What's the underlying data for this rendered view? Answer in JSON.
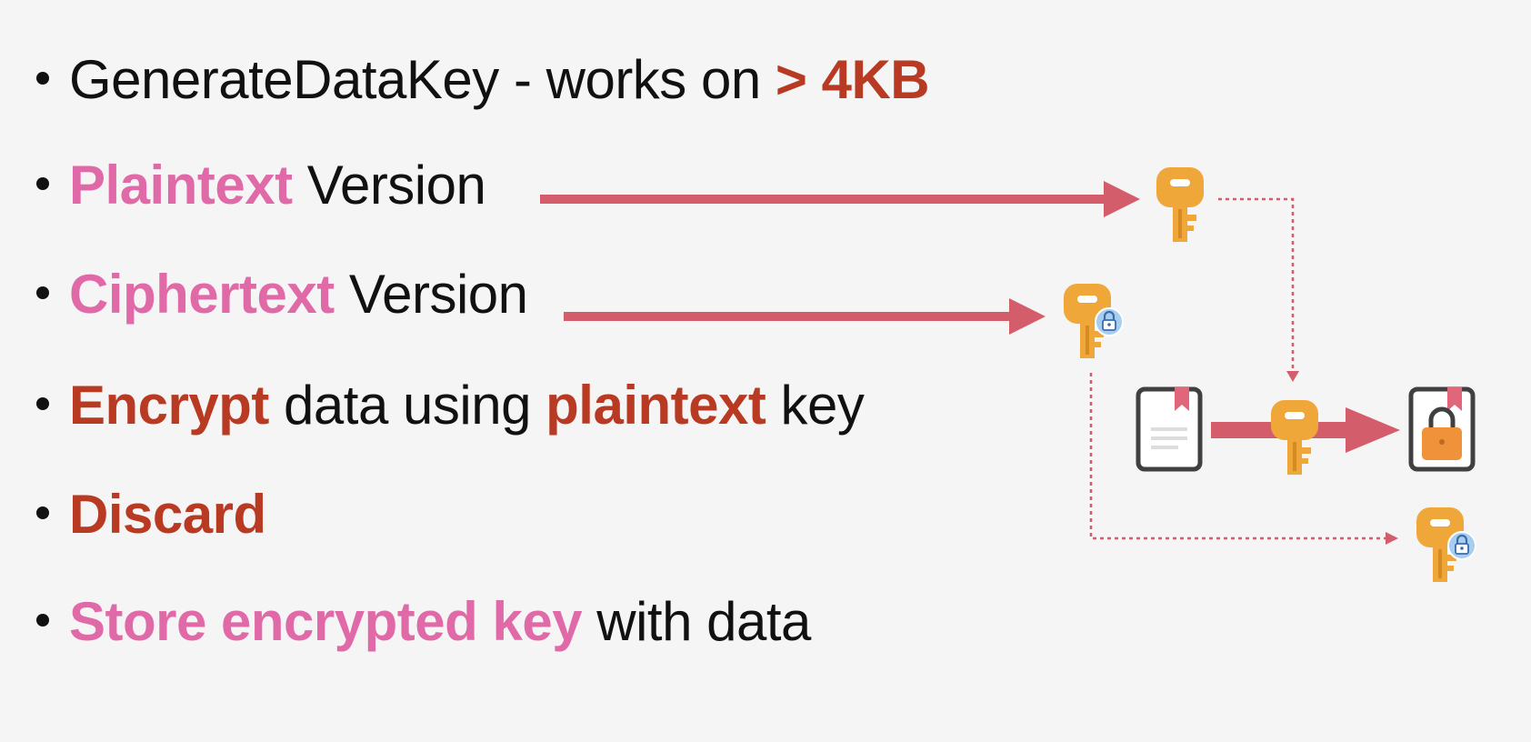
{
  "bullets": [
    {
      "seg1": "GenerateDataKey - works on ",
      "seg2": "> 4KB"
    },
    {
      "seg1": "Plaintext",
      "seg2": " Version"
    },
    {
      "seg1": "Ciphertext",
      "seg2": " Version"
    },
    {
      "seg1": "Encrypt",
      "seg2": " data using ",
      "seg3": "plaintext",
      "seg4": " key"
    },
    {
      "seg1": "Discard"
    },
    {
      "seg1": "Store encrypted key",
      "seg2": " with data"
    }
  ],
  "colors": {
    "text": "#111111",
    "highlight_pink": "#e06aa8",
    "highlight_red": "#b93a23",
    "arrow": "#d45d6b",
    "key": "#f0a73a",
    "lock_badge": "#a7cdf0",
    "document_frame": "#404040",
    "bookmark": "#e0667b"
  },
  "icons": {
    "plaintext_key": "key-icon",
    "ciphertext_key": "locked-key-icon",
    "document": "document-icon",
    "encrypted_file": "encrypted-file-icon",
    "stored_key": "locked-key-icon"
  }
}
